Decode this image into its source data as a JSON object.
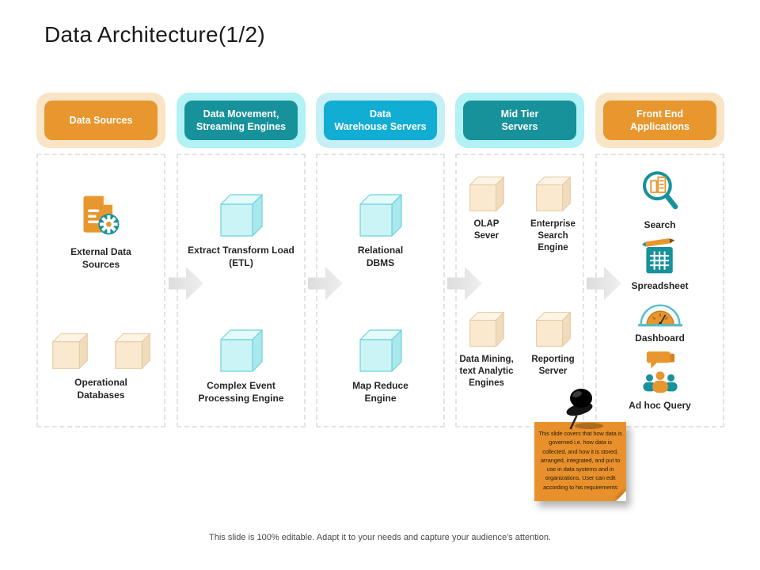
{
  "slide": {
    "title": "Data Architecture(1/2)",
    "footer": "This slide is 100% editable. Adapt it to your needs and capture your audience's attention."
  },
  "columns": [
    {
      "header": "Data Sources",
      "items": [
        "External Data\nSources",
        "Operational\nDatabases"
      ]
    },
    {
      "header": "Data Movement,\nStreaming Engines",
      "items": [
        "Extract Transform Load\n(ETL)",
        "Complex Event\nProcessing Engine"
      ]
    },
    {
      "header": "Data\nWarehouse Servers",
      "items": [
        "Relational\nDBMS",
        "Map Reduce\nEngine"
      ]
    },
    {
      "header": "Mid Tier\nServers",
      "items": [
        "OLAP\nSever",
        "Enterprise\nSearch\nEngine",
        "Data Mining,\ntext Analytic\nEngines",
        "Reporting\nServer"
      ]
    },
    {
      "header": "Front End\nApplications",
      "items": [
        "Search",
        "Spreadsheet",
        "Dashboard",
        "Ad hoc Query"
      ]
    }
  ],
  "sticky_note": {
    "text": "This slide covers that how data is governed i.e. how data is collected, and how it is stored, arranged, integrated, and put to use in data systems and in organizations. User can edit according to his requirements"
  },
  "colors": {
    "orange": "#E8962E",
    "orange_pale": "#FAE4C6",
    "teal": "#17919A",
    "teal_pale": "#B2F1F4",
    "blue": "#12ADD2",
    "blue_pale": "#C6EFF6",
    "note": "#E8912C",
    "dash": "#E3E3E3",
    "cube_tan_face": "#FAE8CF",
    "cube_tan_top": "#FDF4E4",
    "cube_tan_side": "#F0DCBD",
    "cube_tan_edge": "#E4C9A1",
    "cube_cyan_face": "#CBF4F6",
    "cube_cyan_top": "#E4FBFC",
    "cube_cyan_side": "#A9E9ED",
    "cube_cyan_edge": "#6ED2D9"
  }
}
